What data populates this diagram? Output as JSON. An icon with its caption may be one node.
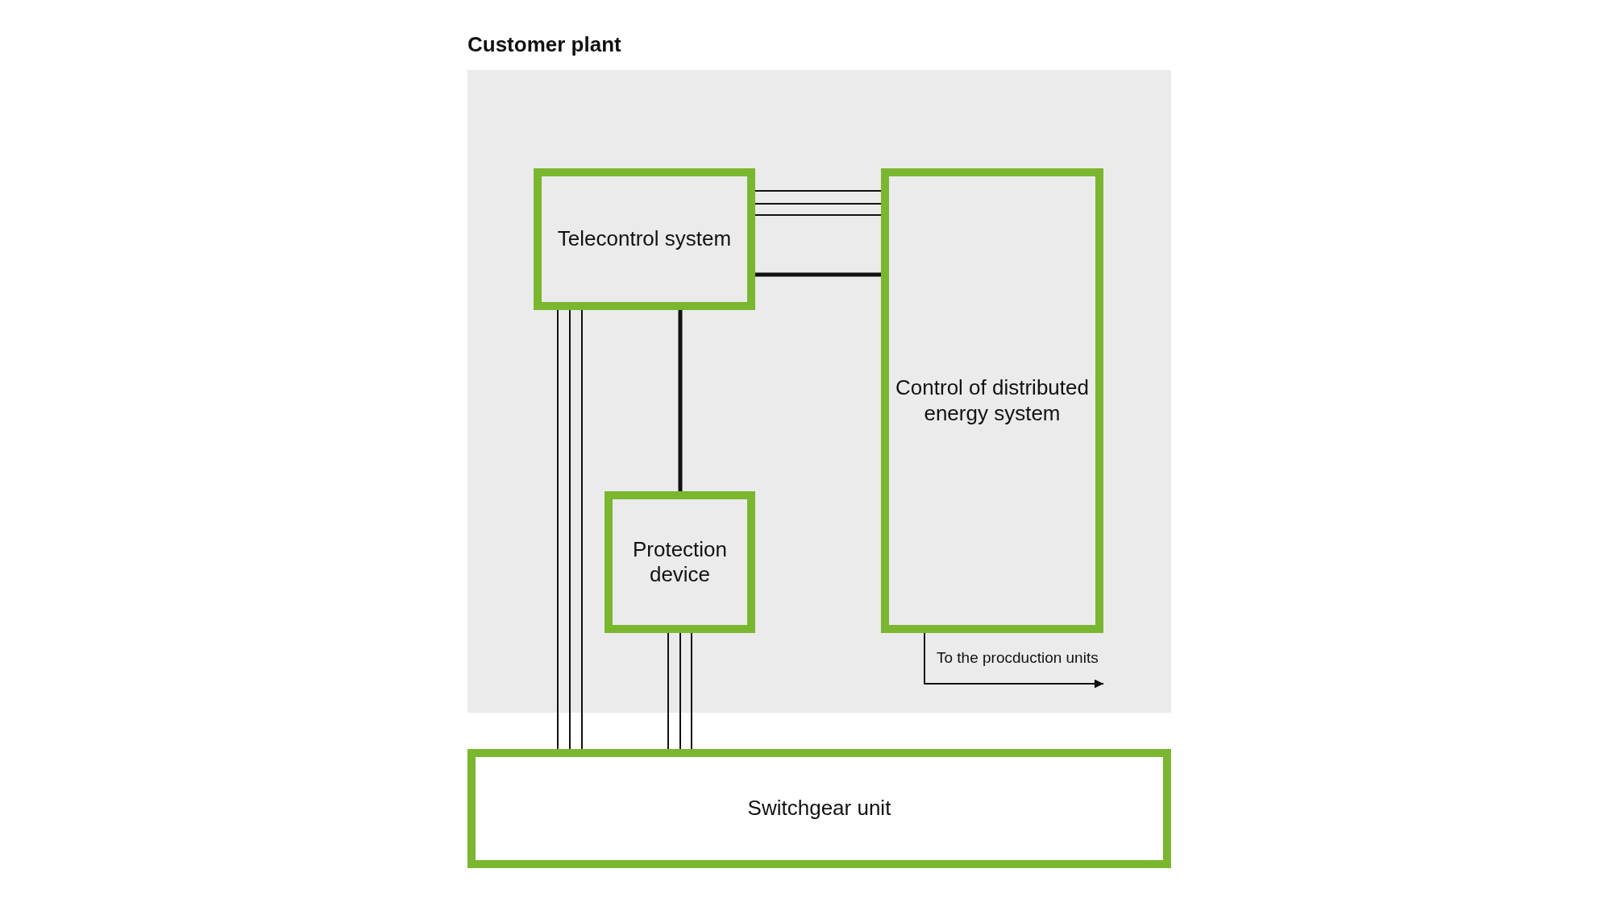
{
  "diagram": {
    "nodes": [
      {
        "text": [
          "Customer plant"
        ]
      },
      {
        "text": [
          "Telecontrol system"
        ],
        "in": 0
      },
      {
        "text": [
          "Control of distributed energy system"
        ],
        "in": 0
      },
      {
        "text": [
          "Protection device"
        ],
        "in": 0
      },
      {
        "text": [
          "Switchgear unit"
        ]
      }
    ],
    "edges": [
      {
        "from": 1,
        "to": 2,
        "arrow": "none"
      },
      {
        "from": 1,
        "to": 2,
        "arrow": "none"
      },
      {
        "from": 1,
        "to": 2,
        "arrow": "none"
      },
      {
        "from": 1,
        "to": 2,
        "arrow": "none",
        "style": "thick"
      },
      {
        "from": 1,
        "to": 3,
        "arrow": "none",
        "style": "thick"
      },
      {
        "from": 1,
        "to": 4,
        "arrow": "none"
      },
      {
        "from": 1,
        "to": 4,
        "arrow": "none"
      },
      {
        "from": 1,
        "to": 4,
        "arrow": "none"
      },
      {
        "from": 3,
        "to": 4,
        "arrow": "none"
      },
      {
        "from": 3,
        "to": 4,
        "arrow": "none"
      },
      {
        "from": 3,
        "to": 4,
        "arrow": "none"
      },
      {
        "from": 2,
        "to": null,
        "arrow": "to",
        "label": "To the procduction units"
      }
    ]
  }
}
